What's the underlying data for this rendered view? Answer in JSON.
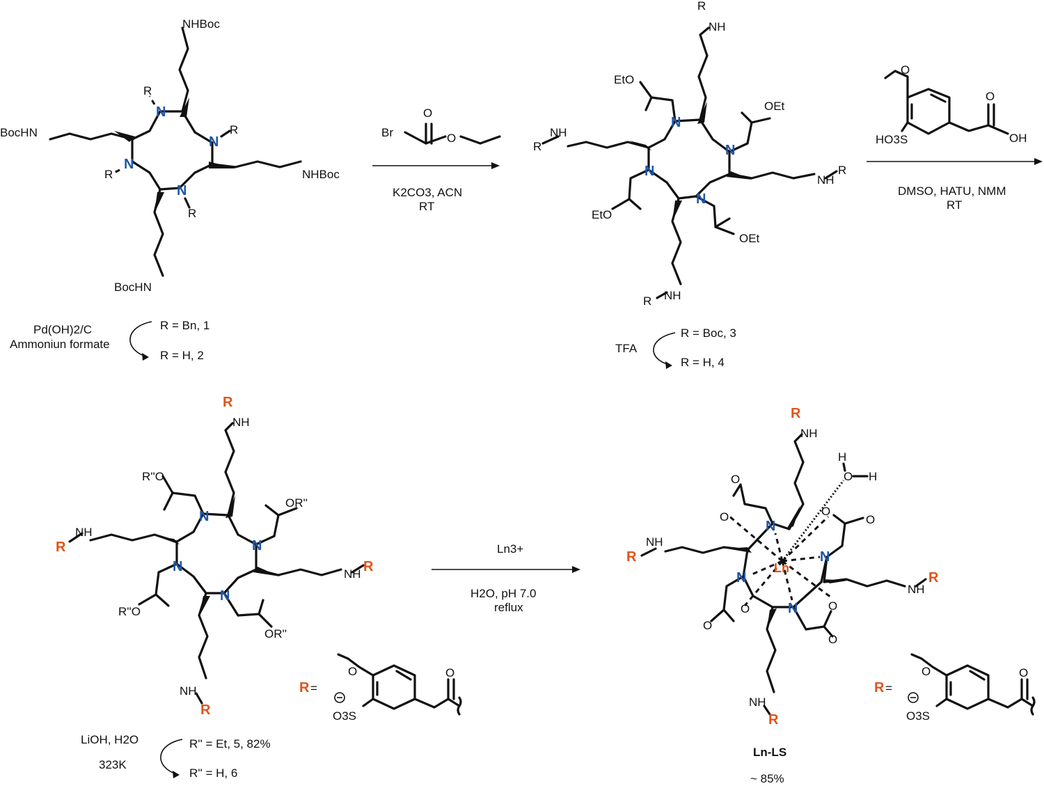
{
  "scheme": {
    "compound_1_2": {
      "substituents": [
        "NHBoc",
        "BocHN",
        "NHBoc",
        "BocHN"
      ],
      "r_label": "R",
      "reaction": {
        "reagents": [
          "Pd(OH)2/C",
          "Ammoniun formate"
        ],
        "from": "R = Bn, 1",
        "to": "R = H, 2"
      }
    },
    "step_1": {
      "reagents": "K2CO3, ACN",
      "temperature": "RT"
    },
    "compound_3_4": {
      "ester": "EtO",
      "ester_right": "OEt",
      "amine_h": "NH",
      "reaction": {
        "reagent": "TFA",
        "from": "R = Boc, 3",
        "to": "R = H, 4"
      }
    },
    "step_2": {
      "reagents": "DMSO, HATU, NMM",
      "temperature": "RT",
      "acid_groups": [
        "HO3S",
        "OH"
      ]
    },
    "compound_5_6": {
      "ester": "R''O",
      "ester_right": "OR''",
      "r_group_label": "R =",
      "r_group_sulfonate": "O3S",
      "reaction": {
        "reagents": [
          "LiOH, H2O",
          "323K"
        ],
        "from": "R'' = Et, 5, 82%",
        "to": "R'' = H, 6"
      }
    },
    "step_3": {
      "metal": "Ln3+",
      "conditions": "H2O, pH 7.0",
      "temperature": "reflux"
    },
    "product": {
      "name": "Ln-LS",
      "yield": "~ 85%",
      "metal_label": "Ln",
      "water": [
        "H",
        "O",
        "H"
      ]
    },
    "colors": {
      "nitrogen": "#1f56a8",
      "r_group": "#e0541a",
      "metal": "#e0541a",
      "ink": "#111111"
    }
  }
}
